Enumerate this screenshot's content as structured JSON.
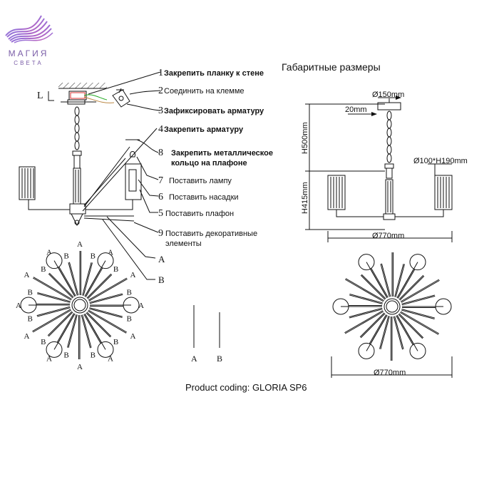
{
  "logo": {
    "name": "МАГИЯ",
    "sub": "СВЕТА"
  },
  "dimensions_title": "Габаритные размеры",
  "steps": [
    {
      "num": "1",
      "text": "Закрепить планку к стене"
    },
    {
      "num": "2",
      "text": "Соединить на клемме"
    },
    {
      "num": "3",
      "text": "Зафиксировать арматуру"
    },
    {
      "num": "4",
      "text": "Закрепить арматуру"
    },
    {
      "num": "8",
      "text": "Закрепить металлическое",
      "text2": "кольцо на плафоне"
    },
    {
      "num": "7",
      "text": "Поставить лампу"
    },
    {
      "num": "6",
      "text": "Поставить насадки"
    },
    {
      "num": "5",
      "text": "Поставить плафон"
    },
    {
      "num": "9",
      "text": "Поставить декоративные",
      "text2": "элементы"
    }
  ],
  "letters": {
    "a": "A",
    "b": "B",
    "l": "L"
  },
  "dims": {
    "canopy": "Ø150mm",
    "canopy_h": "20mm",
    "chain": "H500mm",
    "body": "H415mm",
    "shade": "Ø100*H190mm",
    "width": "Ø770mm",
    "width_top": "Ø770mm"
  },
  "product_coding": "Product coding: GLORIA SP6"
}
